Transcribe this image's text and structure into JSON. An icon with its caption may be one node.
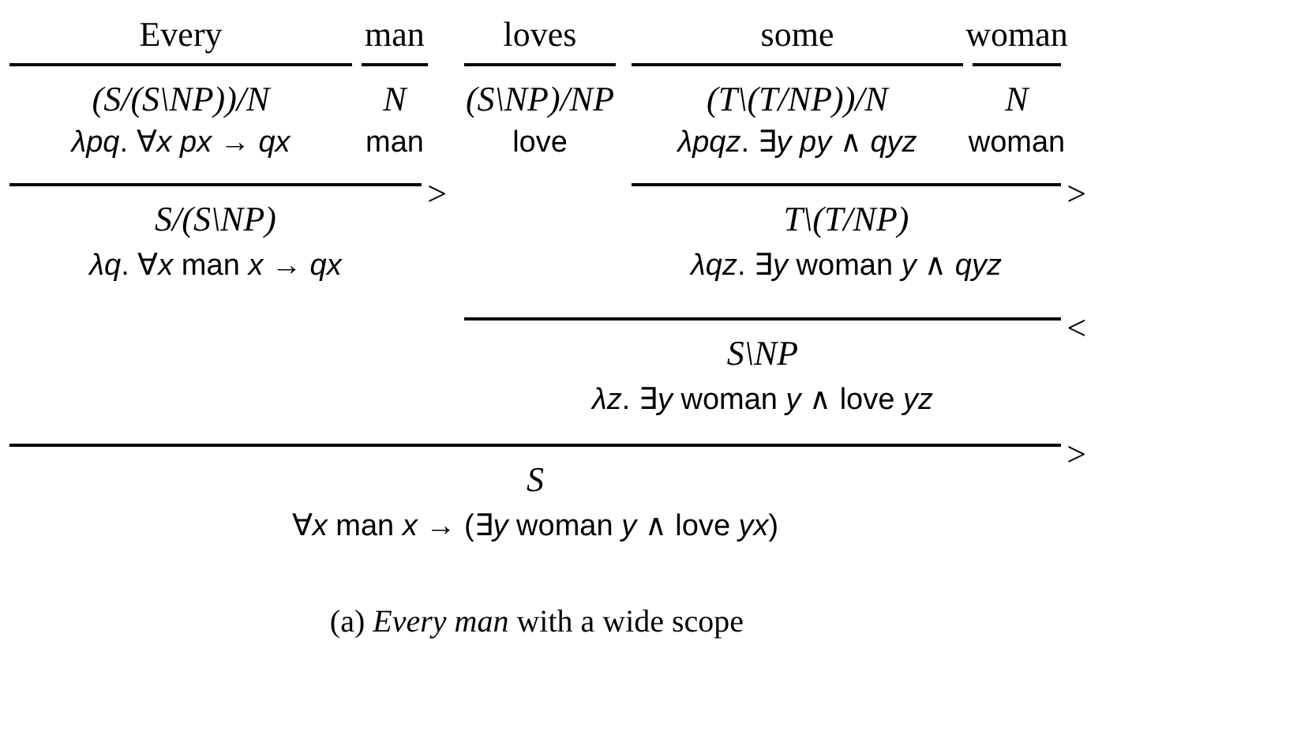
{
  "diagram": {
    "caption": "(a) *Every man* with a wide scope",
    "nodes": [
      {
        "text": [
          "Every",
          "(S/(S\\NP))/N",
          "*λpq*. ∀*x px* → *qx*"
        ]
      },
      {
        "text": [
          "man",
          "N",
          "man"
        ]
      },
      {
        "text": [
          "loves",
          "(S\\NP)/NP",
          "love"
        ]
      },
      {
        "text": [
          "some",
          "(T\\(T/NP))/N",
          "*λpqz*. ∃*y py* ∧ *qyz*"
        ]
      },
      {
        "text": [
          "woman",
          "N",
          "woman"
        ]
      },
      {
        "text": [
          "S/(S\\NP)",
          "*λq*. ∀*x* man *x* → *qx*"
        ],
        "beside": [
          ">"
        ]
      },
      {
        "text": [
          "T\\(T/NP)",
          "*λqz*. ∃*y* woman *y* ∧ *qyz*"
        ],
        "beside": [
          ">"
        ]
      },
      {
        "text": [
          "S\\NP",
          "*λz*. ∃*y* woman *y* ∧ love *yz*"
        ],
        "beside": [
          "<"
        ]
      },
      {
        "text": [
          "S",
          "∀*x* man *x* → (∃*y* woman *y* ∧ love *yx*)"
        ],
        "beside": [
          ">"
        ]
      }
    ]
  }
}
